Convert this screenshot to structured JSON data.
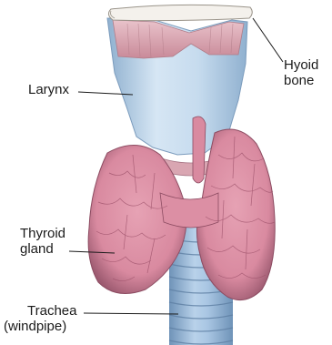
{
  "labels": {
    "larynx": "Larynx",
    "hyoid_line1": "Hyoid",
    "hyoid_line2": "bone",
    "thyroid_line1": "Thyroid",
    "thyroid_line2": "gland",
    "trachea_line1": "Trachea",
    "trachea_line2": "(windpipe)"
  },
  "colors": {
    "cartilage_blue": "#bcd4ea",
    "cartilage_shadow": "#8fb0cf",
    "thyroid_pink": "#d9889e",
    "thyroid_dark": "#a55a72",
    "larynx_interior": "#dca8b4",
    "bone": "#f4f1ec",
    "line": "#1a1a1a"
  }
}
